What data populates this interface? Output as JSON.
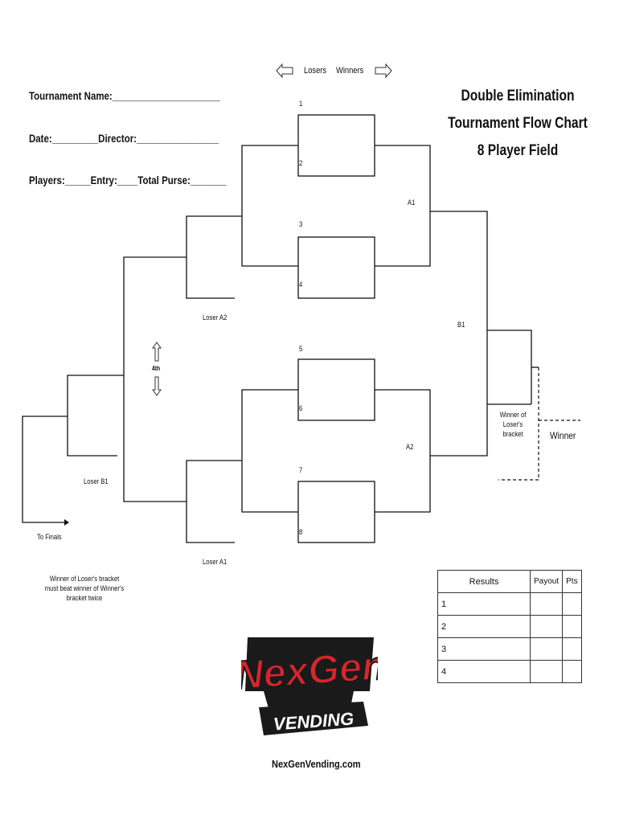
{
  "nav": {
    "losers_label": "Losers",
    "winners_label": "Winners"
  },
  "form": {
    "tournament_name": "Tournament Name:_____________________",
    "date_director": "Date:_________Director:________________",
    "players_entry_purse": "Players:_____Entry:____Total  Purse:_______"
  },
  "title": {
    "line1": "Double Elimination",
    "line2": "Tournament Flow Chart",
    "line3": "8 Player Field"
  },
  "seeds": [
    "1",
    "2",
    "3",
    "4",
    "5",
    "6",
    "7",
    "8"
  ],
  "match_labels": {
    "a1": "A1",
    "a2": "A2",
    "b1": "B1"
  },
  "loser_labels": {
    "loser_a2": "Loser A2",
    "loser_a1": "Loser A1",
    "loser_b1": "Loser B1"
  },
  "fourth_label": "4th",
  "winner_losers_bracket": [
    "Winner of",
    "Loser's",
    "bracket"
  ],
  "winner_label": "Winner",
  "to_finals": "To Finals",
  "note": [
    "Winner of Loser's bracket",
    "must beat winner of Winner's",
    "bracket twice"
  ],
  "results": {
    "header": "Results",
    "payout_header": "Payout",
    "pts_header": "Pts",
    "rows": [
      "1",
      "2",
      "3",
      "4"
    ]
  },
  "logo": {
    "line1": "NexGen",
    "line2": "VENDING",
    "primary": "#d7262b",
    "dark": "#1a1a1a"
  },
  "website": "NexGenVending.com"
}
